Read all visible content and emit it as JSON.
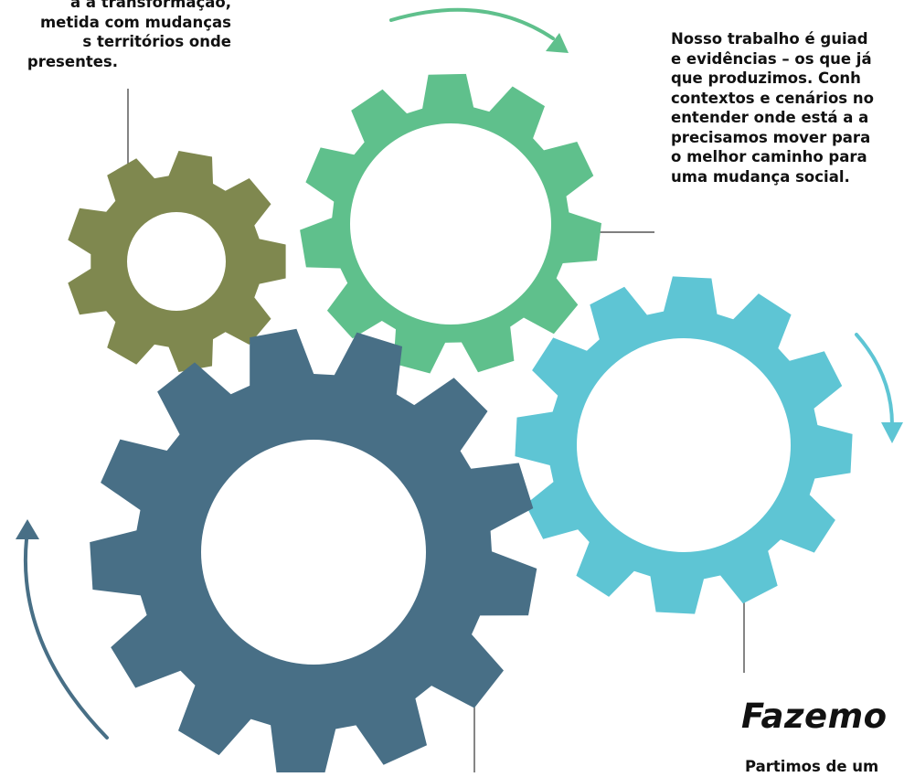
{
  "top_left_text": [
    "a a transformação,",
    "metida com mudanças",
    "s territórios onde",
    "presentes."
  ],
  "top_right_text": [
    "Nosso trabalho é guiad",
    "e evidências – os que já",
    "que produzimos. Conh",
    "contextos e cenários no",
    "entender onde está a a",
    "precisamos mover para",
    "o melhor caminho para",
    "uma mudança social."
  ],
  "heading": "Fazemo",
  "bottom_right_text": "Partimos de um",
  "colors": {
    "olive_gear": "#7f884f",
    "green_gear": "#5fc08c",
    "teal_gear": "#5ec5d4",
    "navy_gear": "#486f86",
    "green_arrow": "#5fc08c",
    "teal_arrow": "#5ec5d4",
    "navy_arrow": "#486f86",
    "text": "#111111",
    "connector_line": "#333333"
  },
  "icons": [
    "olive-gear-icon",
    "green-gear-icon",
    "teal-gear-icon",
    "navy-gear-icon",
    "green-arrow-icon",
    "teal-arrow-icon",
    "navy-arrow-icon"
  ]
}
